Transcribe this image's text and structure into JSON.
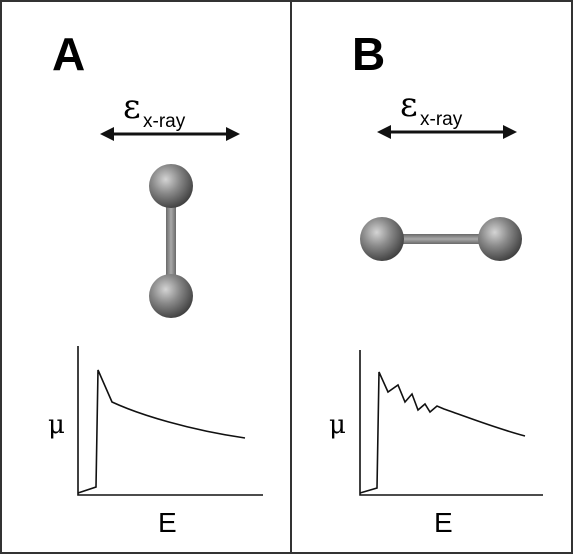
{
  "panels": [
    {
      "letter": "A",
      "polarization": {
        "symbol": "ε",
        "subscript": "x-ray"
      },
      "molecule_orientation": "vertical",
      "plot": {
        "ylabel": "μ",
        "xlabel": "E"
      }
    },
    {
      "letter": "B",
      "polarization": {
        "symbol": "ε",
        "subscript": "x-ray"
      },
      "molecule_orientation": "horizontal",
      "plot": {
        "ylabel": "μ",
        "xlabel": "E"
      }
    }
  ],
  "colors": {
    "border": "#333333",
    "line": "#111111",
    "atom_highlight": "#d4d4d4",
    "atom_mid": "#8a8a8a",
    "atom_shadow": "#3c3c3c",
    "bond": "#8c8c8c"
  }
}
